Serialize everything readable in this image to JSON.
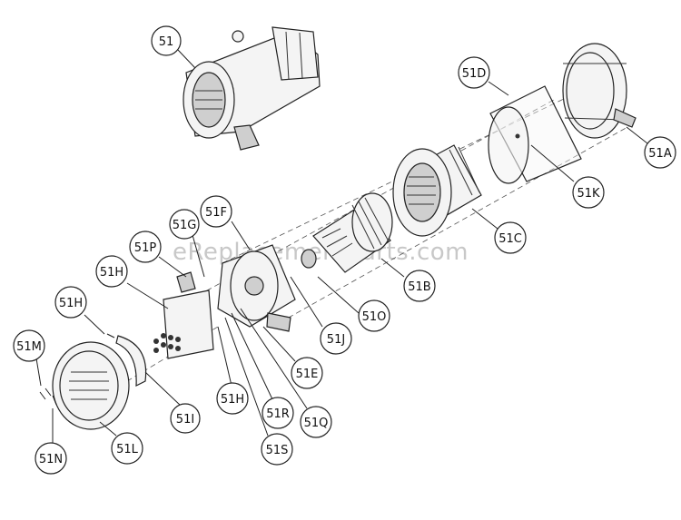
{
  "watermark": "eReplacementParts.com",
  "callouts": [
    {
      "id": "c51",
      "label": "51"
    },
    {
      "id": "c51D",
      "label": "51D"
    },
    {
      "id": "c51A",
      "label": "51A"
    },
    {
      "id": "c51K",
      "label": "51K"
    },
    {
      "id": "c51C",
      "label": "51C"
    },
    {
      "id": "c51F",
      "label": "51F"
    },
    {
      "id": "c51G",
      "label": "51G"
    },
    {
      "id": "c51P",
      "label": "51P"
    },
    {
      "id": "c51H_a",
      "label": "51H"
    },
    {
      "id": "c51B",
      "label": "51B"
    },
    {
      "id": "c51H_b",
      "label": "51H"
    },
    {
      "id": "c51O",
      "label": "51O"
    },
    {
      "id": "c51J",
      "label": "51J"
    },
    {
      "id": "c51M",
      "label": "51M"
    },
    {
      "id": "c51E",
      "label": "51E"
    },
    {
      "id": "c51I",
      "label": "51I"
    },
    {
      "id": "c51H_c",
      "label": "51H"
    },
    {
      "id": "c51R",
      "label": "51R"
    },
    {
      "id": "c51Q",
      "label": "51Q"
    },
    {
      "id": "c51L",
      "label": "51L"
    },
    {
      "id": "c51N",
      "label": "51N"
    },
    {
      "id": "c51S",
      "label": "51S"
    }
  ]
}
